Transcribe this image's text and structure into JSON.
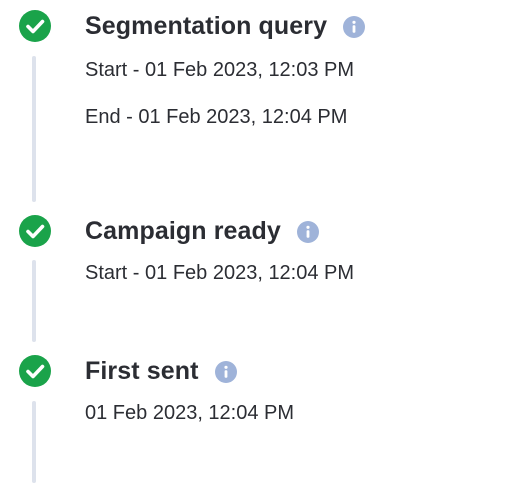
{
  "steps": [
    {
      "title": "Segmentation query",
      "lines": [
        "Start - 01 Feb 2023, 12:03 PM",
        "End - 01 Feb 2023, 12:04 PM"
      ]
    },
    {
      "title": "Campaign ready",
      "lines": [
        "Start - 01 Feb 2023, 12:04 PM"
      ]
    },
    {
      "title": "First sent",
      "lines": [
        "01 Feb 2023, 12:04 PM"
      ]
    }
  ],
  "icons": {
    "status": "check-circle-icon",
    "info": "info-icon"
  },
  "colors": {
    "success": "#1aa34a",
    "info": "#9fb3d9",
    "rail": "#dde2ec",
    "text": "#2b2d33"
  }
}
